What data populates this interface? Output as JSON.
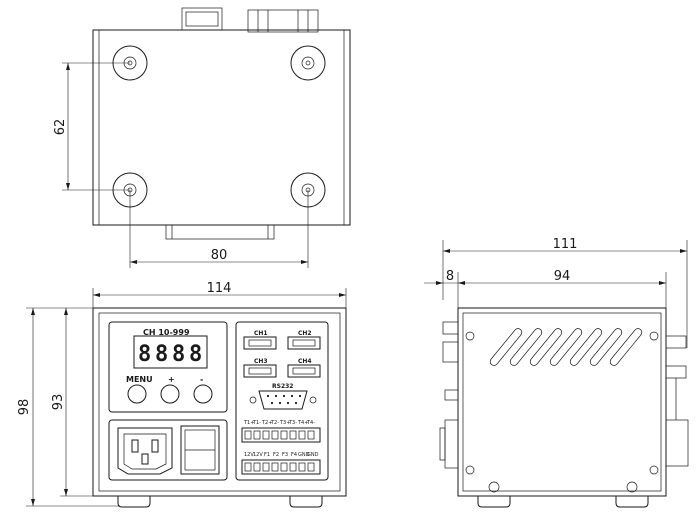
{
  "dimensions": {
    "top_view_height": "62",
    "top_view_width": "80",
    "front_width": "114",
    "front_height_outer": "98",
    "front_height_inner": "93",
    "side_total_width": "111",
    "side_offset": "8",
    "side_body_width": "94"
  },
  "front_panel": {
    "display_label": "CH  10-999",
    "display_digits": "8.8.8.8",
    "buttons": [
      "MENU",
      "+",
      "-"
    ],
    "channels": [
      "CH1",
      "CH2",
      "CH3",
      "CH4"
    ],
    "serial_port": "RS232",
    "terminal_top_labels": [
      "T1+",
      "T1-",
      "T2+",
      "T2-",
      "T3+",
      "T3-",
      "T4+",
      "T4-"
    ],
    "terminal_bottom_labels": [
      "12V",
      "12V",
      "F1",
      "F2",
      "F3",
      "F4",
      "GND",
      "GND"
    ]
  }
}
